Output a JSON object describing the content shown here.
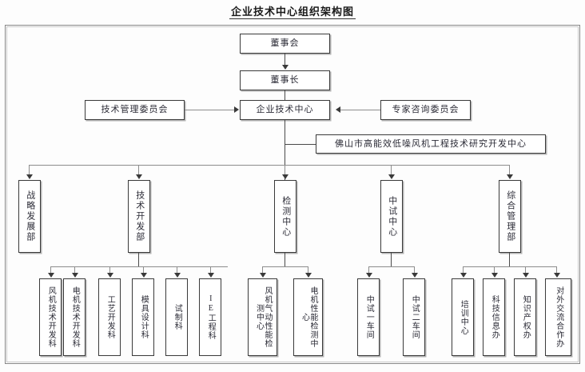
{
  "title": "企业技术中心组织架构图",
  "nodes": {
    "board": "董事会",
    "chairman": "董事长",
    "center": "企业技术中心",
    "tech_mgmt_committee": "技术管理委员会",
    "expert_committee": "专家咨询委员会",
    "research_center": "佛山市高能效低噪风机工程技术研究开发中心"
  },
  "departments": [
    {
      "id": "strategy",
      "label": "战略发展部"
    },
    {
      "id": "techdev",
      "label": "技术开发部"
    },
    {
      "id": "testing",
      "label": "检测中心"
    },
    {
      "id": "pilot",
      "label": "中试中心"
    },
    {
      "id": "management",
      "label": "综合管理部"
    }
  ],
  "sections": [
    {
      "id": "techdev",
      "children": [
        {
          "label": "风机技术开发科"
        },
        {
          "label": "电机技术开发科"
        },
        {
          "label": "工艺开发科"
        },
        {
          "label": "模具设计科"
        },
        {
          "label": "试制科"
        },
        {
          "label": "IE工程科"
        }
      ]
    },
    {
      "id": "testing",
      "children": [
        {
          "label": "风机气动性能检测中心"
        },
        {
          "label": "电机性能检测中心"
        }
      ]
    },
    {
      "id": "pilot",
      "children": [
        {
          "label": "中试一车间"
        },
        {
          "label": "中试二车间"
        }
      ]
    },
    {
      "id": "management",
      "children": [
        {
          "label": "培训中心"
        },
        {
          "label": "科技信息办"
        },
        {
          "label": "知识产权办"
        },
        {
          "label": "对外交流合作办"
        }
      ]
    }
  ],
  "colors": {
    "border": "#3a3a3a",
    "line": "#4a4a4a",
    "line_light": "#8d8d8d",
    "text": "#2a2a35",
    "frame": "#888888",
    "background": "#fdfdfd"
  }
}
